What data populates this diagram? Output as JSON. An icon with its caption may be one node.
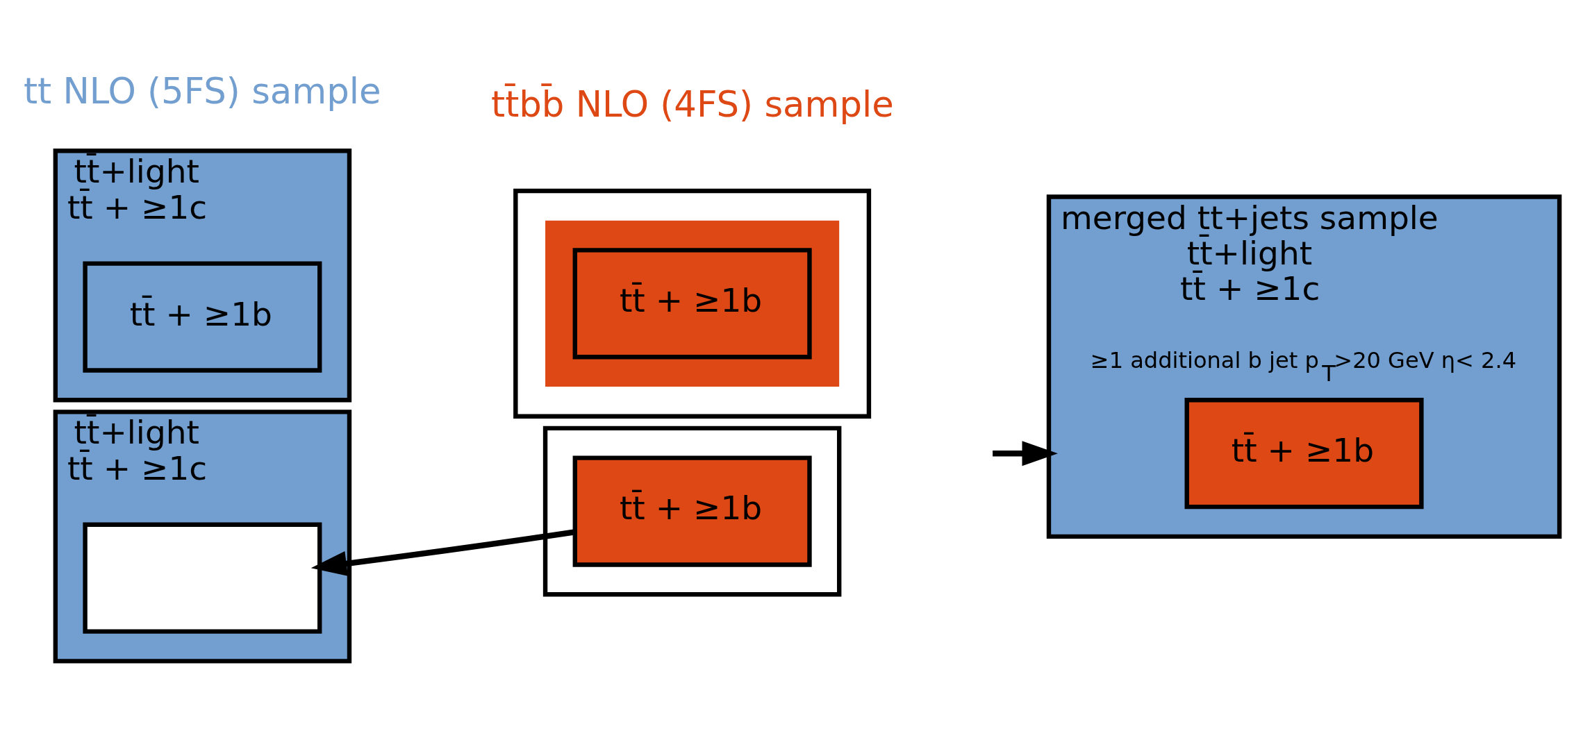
{
  "diagram": {
    "nodes": [
      {
        "text": [
          "tt̄+light",
          "tt̄ + ≥1c"
        ]
      },
      {
        "text": [
          "tt̄ + ≥1b"
        ],
        "in": 0
      },
      {
        "text": [],
        "shape": "box"
      },
      {
        "text": [],
        "shape": "box",
        "in": 2
      },
      {
        "text": [
          "tt̄ + ≥1b"
        ],
        "in": 3
      },
      {
        "text": [
          "tt̄+light",
          "tt̄ + ≥1c"
        ]
      },
      {
        "text": [],
        "shape": "box",
        "in": 5
      },
      {
        "text": [],
        "shape": "box"
      },
      {
        "text": [
          "tt̄ + ≥1b"
        ],
        "in": 7
      },
      {
        "text": [
          "merged tt+jets sample",
          "tt̄+light",
          "tt̄ + ≥1c"
        ]
      },
      {
        "text": [
          "tt̄ + ≥1b"
        ],
        "in": 9,
        "beside": [
          "≥1 additional b jet p$_{T}$>20 GeV η< 2.4"
        ]
      }
    ],
    "edges": [
      {
        "from": 8,
        "to": 6,
        "arrow": "to"
      },
      {
        "from": null,
        "to": 9,
        "arrow": "to"
      }
    ],
    "labels": [
      "tt NLO (5FS) sample",
      "tt̄bb̄ NLO (4FS) sample"
    ]
  }
}
